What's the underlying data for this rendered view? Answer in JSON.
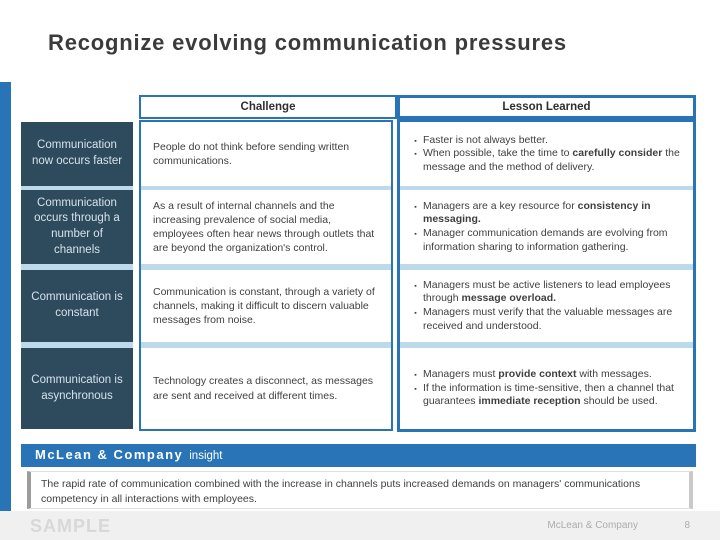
{
  "title": "Recognize evolving communication pressures",
  "table": {
    "challenge_header": "Challenge",
    "lesson_header": "Lesson Learned",
    "bullet_glyph": "▪",
    "rows": [
      {
        "topic": "Communication now occurs faster",
        "challenge": "People do not think before sending written communications.",
        "lessons": [
          [
            {
              "t": "Faster is not always better.",
              "b": false
            }
          ],
          [
            {
              "t": "When possible, take the time to ",
              "b": false
            },
            {
              "t": "carefully consider",
              "b": true
            },
            {
              "t": " the message and the method of delivery.",
              "b": false
            }
          ]
        ]
      },
      {
        "topic": "Communication occurs through a number of channels",
        "challenge": "As a result of internal channels and the increasing prevalence of social media, employees often hear news through outlets that are beyond the organization's control.",
        "lessons": [
          [
            {
              "t": "Managers are a key resource for ",
              "b": false
            },
            {
              "t": "consistency in messaging.",
              "b": true
            }
          ],
          [
            {
              "t": "Manager communication demands are evolving from information sharing to information gathering.",
              "b": false
            }
          ]
        ]
      },
      {
        "topic": "Communication is constant",
        "challenge": "Communication is constant, through a variety of channels, making it difficult to discern valuable messages from noise.",
        "lessons": [
          [
            {
              "t": "Managers must be active listeners to lead employees through ",
              "b": false
            },
            {
              "t": "message overload.",
              "b": true
            }
          ],
          [
            {
              "t": "Managers must verify that the valuable messages are received and understood.",
              "b": false
            }
          ]
        ]
      },
      {
        "topic": "Communication is asynchronous",
        "challenge": "Technology creates a disconnect, as messages are sent and received at different times.",
        "lessons": [
          [
            {
              "t": "Managers must ",
              "b": false
            },
            {
              "t": "provide context",
              "b": true
            },
            {
              "t": " with messages.",
              "b": false
            }
          ],
          [
            {
              "t": "If the information is time-sensitive, then a channel that guarantees ",
              "b": false
            },
            {
              "t": "immediate reception",
              "b": true
            },
            {
              "t": " should be used.",
              "b": false
            }
          ]
        ]
      }
    ]
  },
  "insight": {
    "brand": "McLean & Company",
    "label": "insight",
    "text": "The rapid rate of communication combined with the increase in channels puts increased demands on managers' communications competency in all interactions with employees."
  },
  "footer": {
    "watermark": "SAMPLE",
    "company": "McLean & Company",
    "page": "8"
  },
  "colors": {
    "accent": "#2874B6",
    "navy": "#2E4B5E",
    "navy_text": "#D6E2EB",
    "separator": "#BFD9EC",
    "text": "#3F3F3F",
    "insight_border_left": "#9C9C9C",
    "footer_bg": "#F0F0F0",
    "footer_text": "#ACACAC",
    "watermark": "#D8D8D8"
  }
}
